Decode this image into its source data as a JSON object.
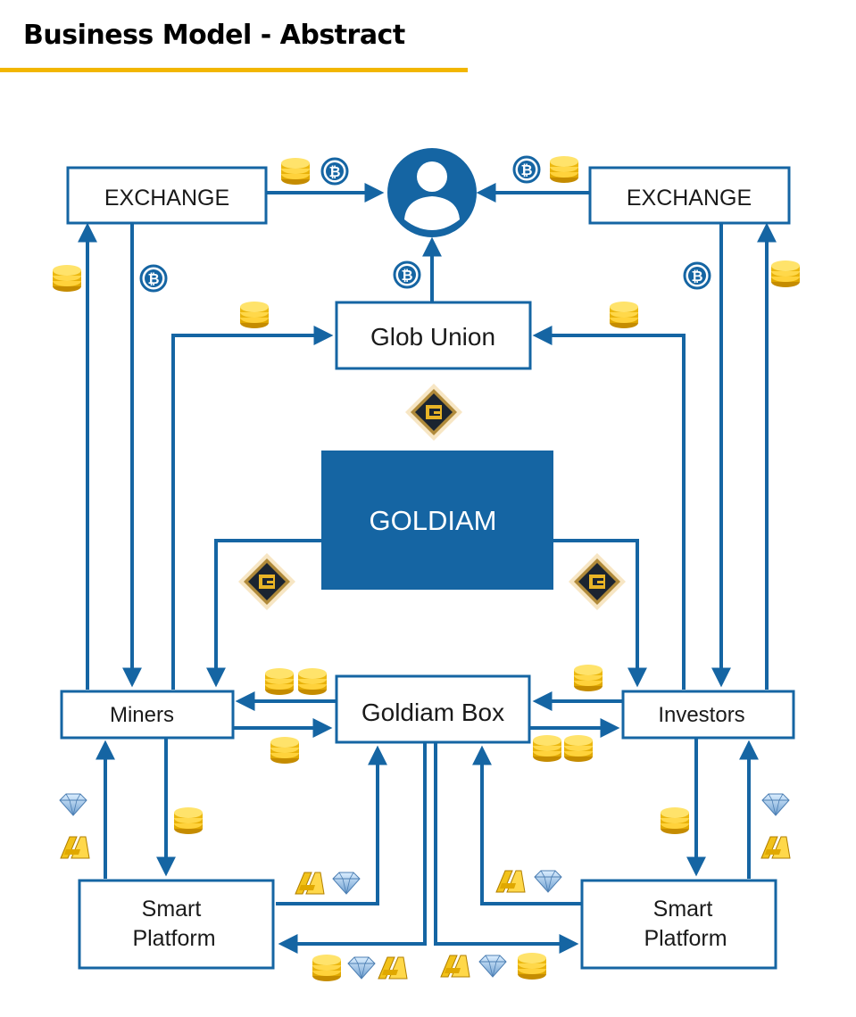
{
  "title": "Business Model - Abstract",
  "colors": {
    "accent": "#f2b600",
    "blue": "#1565a3",
    "coin": "#f2c21a",
    "diamond": "#9cc4e8"
  },
  "nodes": {
    "exchange_left": "EXCHANGE",
    "exchange_right": "EXCHANGE",
    "glob_union": "Glob Union",
    "goldiam": "GOLDIAM",
    "goldiam_box": "Goldiam Box",
    "miners": "Miners",
    "investors": "Investors",
    "smart_platform_left": [
      "Smart",
      "Platform"
    ],
    "smart_platform_right": [
      "Smart",
      "Platform"
    ]
  },
  "icons": {
    "user": "user-icon",
    "bitcoin": "bitcoin-icon",
    "coin_stack": "gold-coin-stack-icon",
    "goldiam_token": "goldiam-token-icon",
    "diamond": "diamond-icon",
    "gold_bar": "gold-bar-icon",
    "bitcoin_glyph": "₿",
    "token_glyph": "G"
  }
}
